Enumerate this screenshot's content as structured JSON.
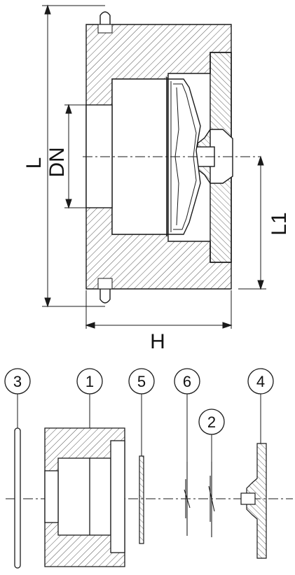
{
  "dimensions": {
    "length": "L",
    "nominal_diameter": "DN",
    "height": "H",
    "length_1": "L1"
  },
  "parts": [
    {
      "number": "3"
    },
    {
      "number": "1"
    },
    {
      "number": "5"
    },
    {
      "number": "6"
    },
    {
      "number": "2"
    },
    {
      "number": "4"
    }
  ],
  "colors": {
    "line": "#1a1a1a",
    "hatch": "#555555",
    "background": "#ffffff"
  }
}
